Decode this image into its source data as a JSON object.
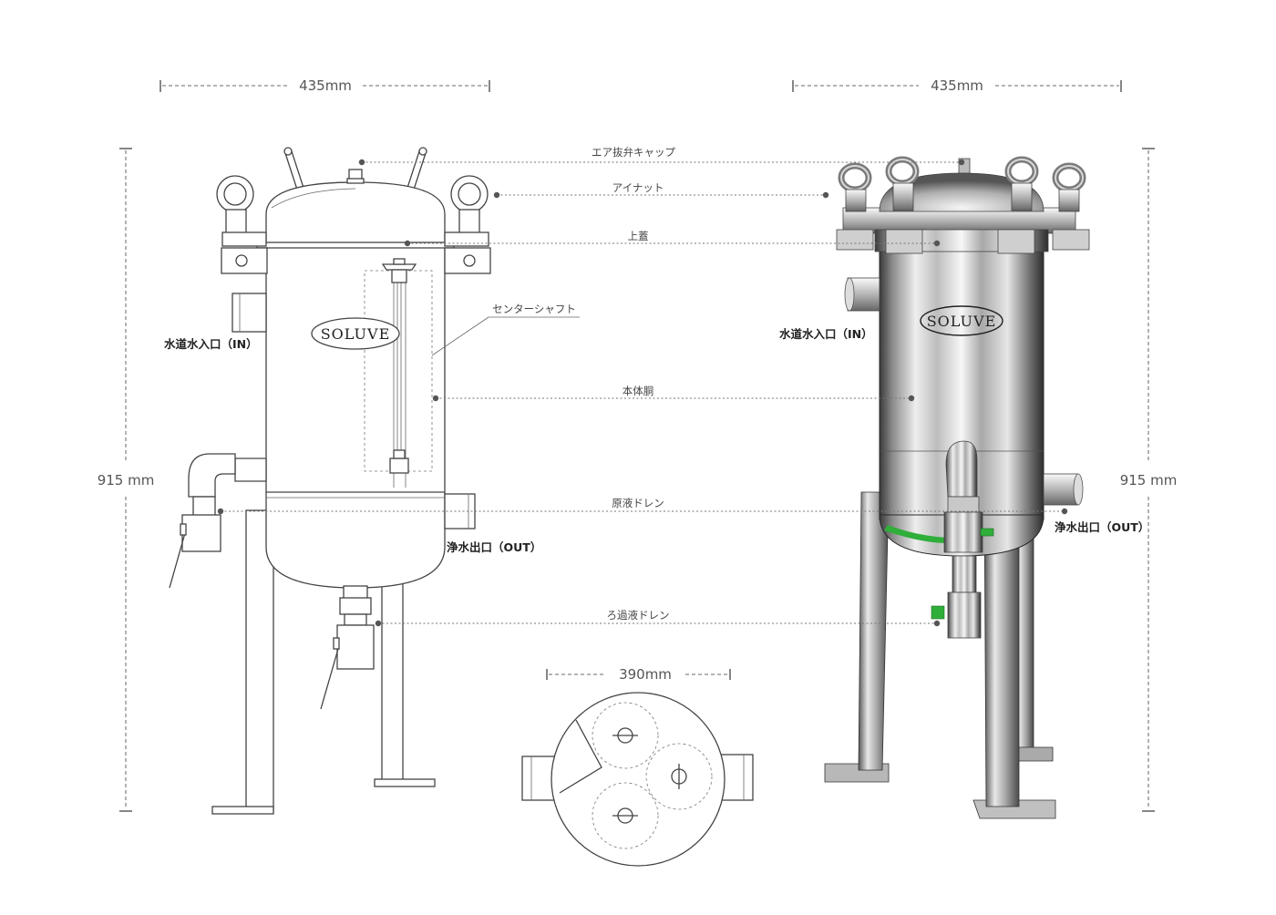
{
  "dimensions": {
    "width_left": "435mm",
    "width_right": "435mm",
    "height_left": "915 mm",
    "height_right": "915 mm",
    "bottom_width": "390mm"
  },
  "callouts": {
    "air_vent_cap": "エア抜弁キャップ",
    "eye_nut": "アイナット",
    "top_lid": "上蓋",
    "center_shaft": "センターシャフト",
    "body": "本体胴",
    "raw_drain": "原液ドレン",
    "filter_drain": "ろ過液ドレン"
  },
  "ports": {
    "inlet_left": "水道水入口（IN）",
    "inlet_right": "水道水入口（IN）",
    "outlet_left": "浄水出口（OUT）",
    "outlet_right": "浄水出口（OUT）"
  },
  "brand": {
    "logo_left": "SOLUVE",
    "logo_right": "SOLUVE"
  }
}
